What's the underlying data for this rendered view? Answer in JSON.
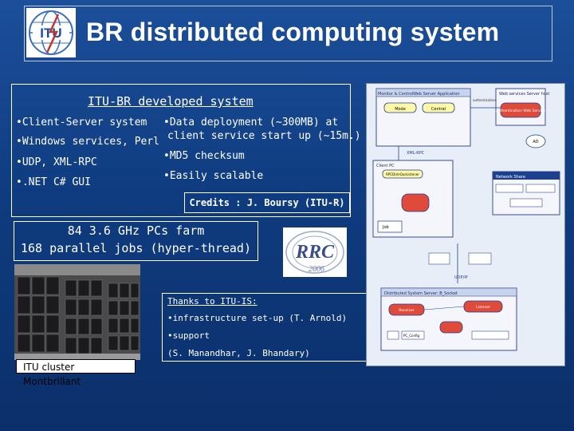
{
  "header": {
    "title": "BR distributed computing system",
    "logo_text": "ITU"
  },
  "developed": {
    "title": "ITU-BR developed system",
    "bullets_left": [
      "•Client-Server system",
      "•Windows services, Perl",
      "•UDP, XML-RPC",
      "•.NET C# GUI"
    ],
    "bullets_right": [
      "•Data deployment (~300MB) at",
      "client service start up (~15m.)",
      "•MD5 checksum",
      "•Easily scalable"
    ],
    "credits": "Credits : J. Boursy (ITU-R)"
  },
  "farm": {
    "line1": "84 3.6 GHz PCs farm",
    "line2": "168 parallel jobs (hyper-thread)"
  },
  "rrc_logo": {
    "text": "RRC",
    "year": "2006"
  },
  "photo": {
    "caption": "ITU cluster Montbrillant"
  },
  "thanks": {
    "title": "Thanks to ITU-IS:",
    "item1": "•infrastructure set-up (T. Arnold)",
    "item2": "•support",
    "item3": "(S. Manandhar, J. Bhandary)"
  },
  "diagram": {
    "top_box": "Monitor & ControlWeb Server Application",
    "web_services": "Web services Server host",
    "node_mode": "Mode",
    "node_central": "Central",
    "auth_ws": "Authentication Web Service",
    "auth_label": "authentication",
    "ad": "AD",
    "xml_rpc": "XML-RPC",
    "client_pc": "Client PC",
    "listener": "RPCDistrQueListener",
    "network_share": "Network Share",
    "job": "Job",
    "udp_ip": "UDP/IP",
    "dss": "Distributed System Server: B_Socket",
    "receiver": "Receiver",
    "listener2": "Listener",
    "pc_config": "PC_Config"
  },
  "colors": {
    "background": "#0f3c80",
    "text": "#ffffff",
    "diagram_yellow": "#fff9a8",
    "diagram_red": "#e04a3a",
    "diagram_navy": "#1d3f8f"
  }
}
